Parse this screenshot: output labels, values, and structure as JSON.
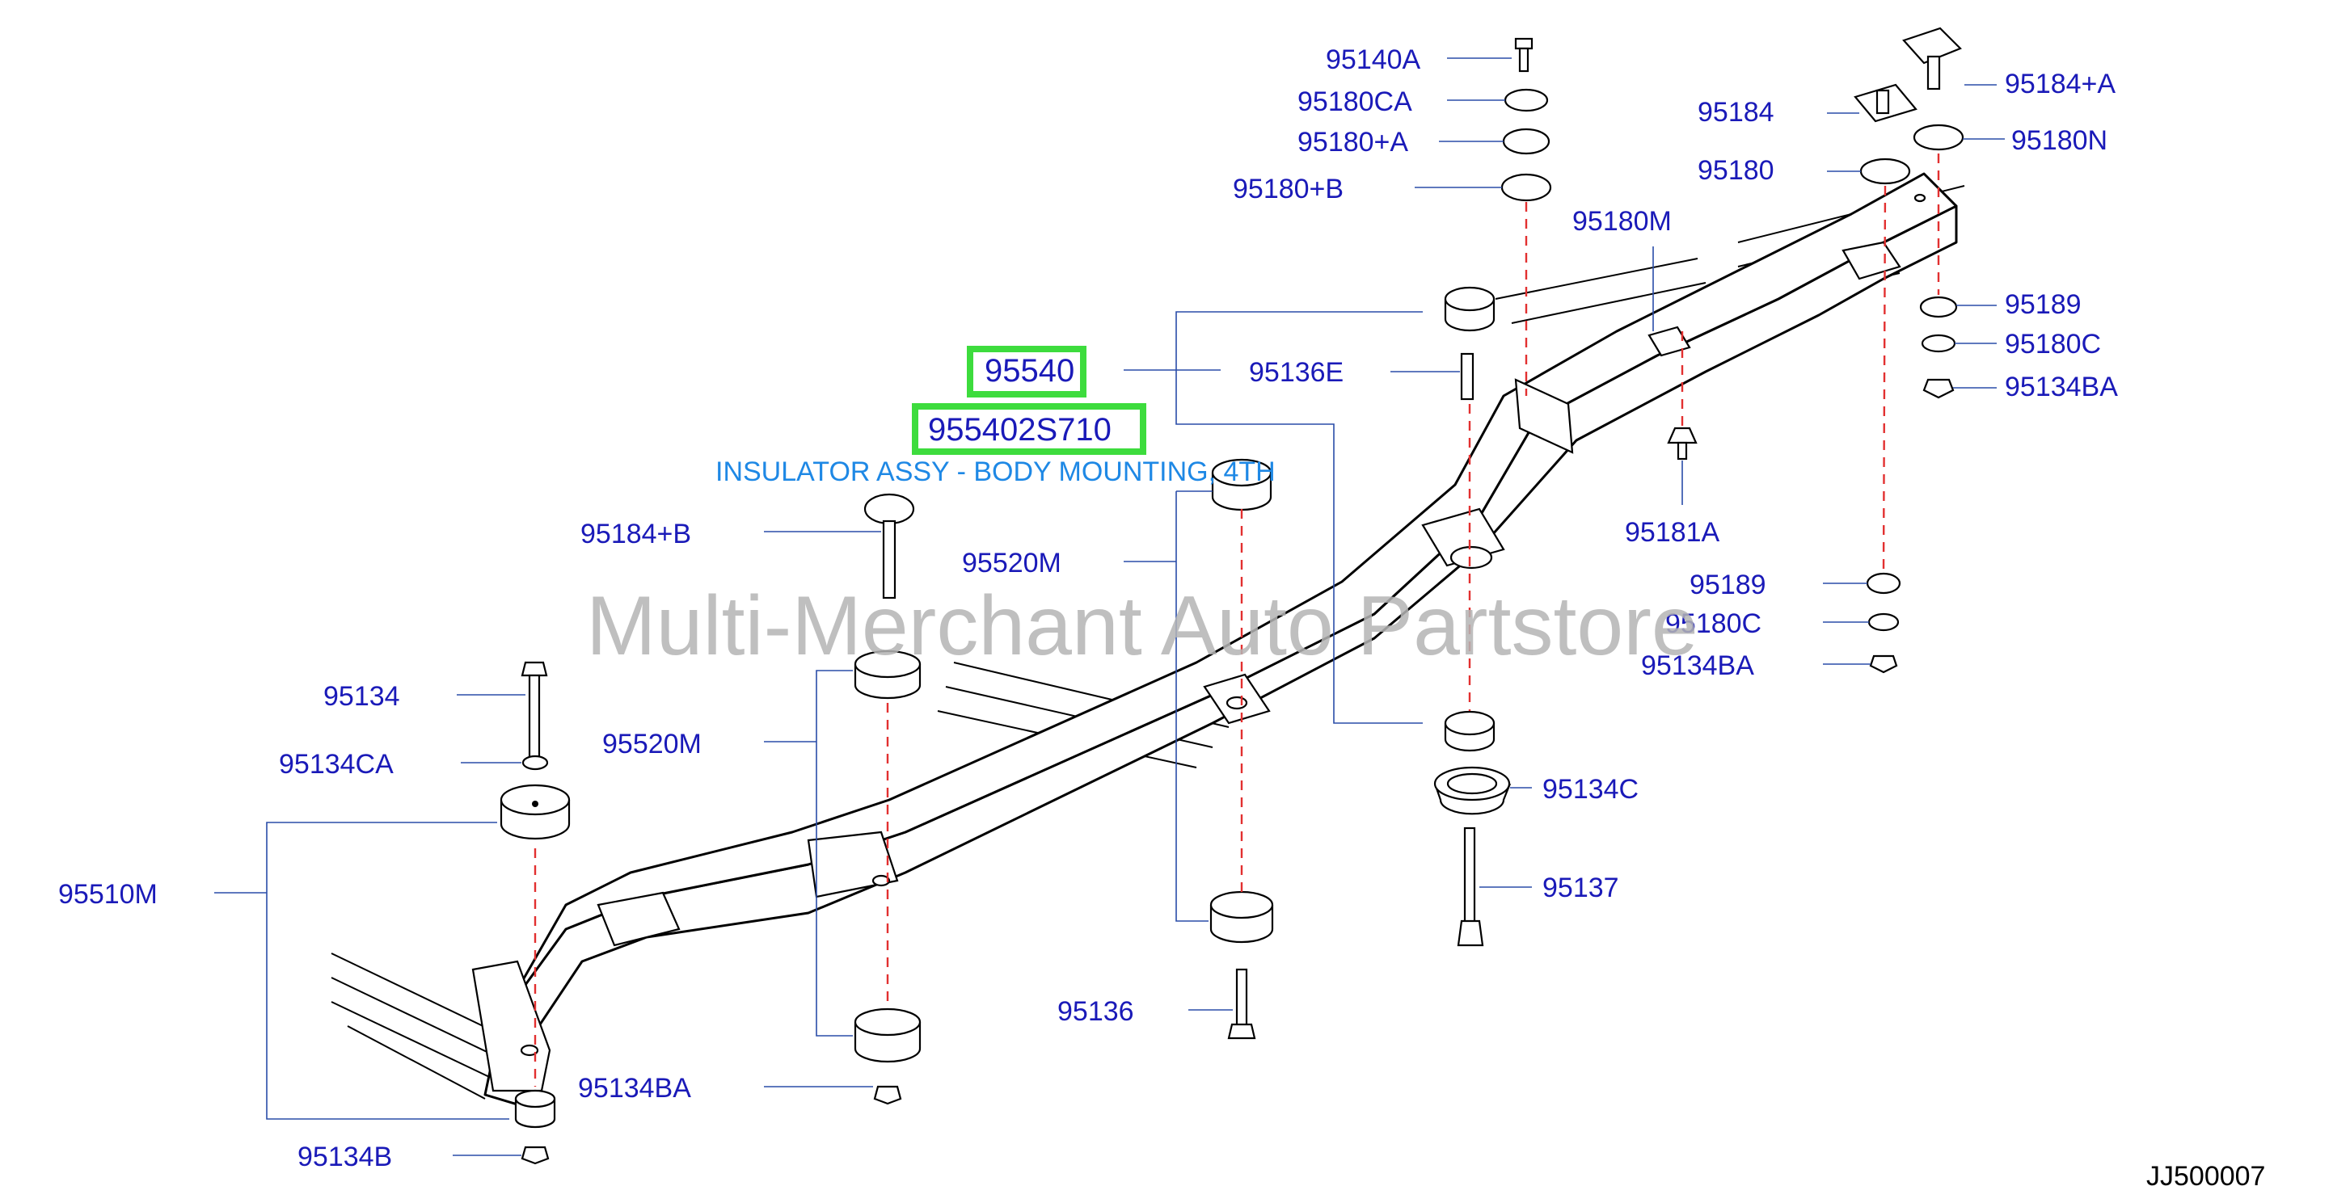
{
  "diagram": {
    "labels": {
      "p95140A": "95140A",
      "p95180CA": "95180CA",
      "p95180A": "95180+A",
      "p95180B": "95180+B",
      "p95184": "95184",
      "p95184A": "95184+A",
      "p95180N": "95180N",
      "p95180": "95180",
      "p95180M": "95180M",
      "p95189_top": "95189",
      "p95180C_top": "95180C",
      "p95134BA_top": "95134BA",
      "p95540": "95540",
      "p955402S710": "955402S710",
      "p95136E": "95136E",
      "p95184B": "95184+B",
      "p95520M_top": "95520M",
      "p95181A": "95181A",
      "p95189_mid": "95189",
      "p95180C_mid": "95180C",
      "p95134BA_mid": "95134BA",
      "p95134": "95134",
      "p95520M_low": "95520M",
      "p95134CA": "95134CA",
      "p95134C": "95134C",
      "p95510M": "95510M",
      "p95137": "95137",
      "p95136": "95136",
      "p95134BA_bot": "95134BA",
      "p95134B": "95134B"
    },
    "description": "INSULATOR ASSY - BODY MOUNTING, 4TH",
    "watermark": "Multi-Merchant Auto Partstore",
    "diagram_code": "JJ500007",
    "colors": {
      "label": "#1a1ab8",
      "description": "#1e88e5",
      "highlight": "#3ddc3d",
      "centerline": "#e23030"
    }
  }
}
